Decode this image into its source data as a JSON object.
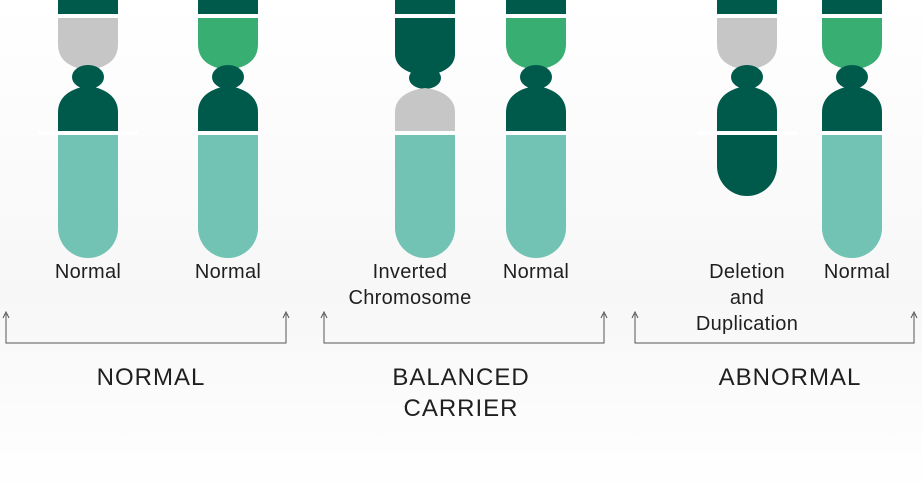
{
  "colors": {
    "dark": "#005a4c",
    "light_teal": "#72c3b4",
    "green": "#38ae72",
    "gray": "#c6c6c6",
    "bracket": "#555555",
    "divider": "#ffffff"
  },
  "chromosome_labels": {
    "c1": "Normal",
    "c2": "Normal",
    "c3": "Inverted\nChromosome",
    "c4": "Normal",
    "c5": "Deletion\nand\nDuplication",
    "c6": "Normal"
  },
  "groups": {
    "normal": "NORMAL",
    "balanced": "BALANCED\nCARRIER",
    "abnormal": "ABNORMAL"
  }
}
